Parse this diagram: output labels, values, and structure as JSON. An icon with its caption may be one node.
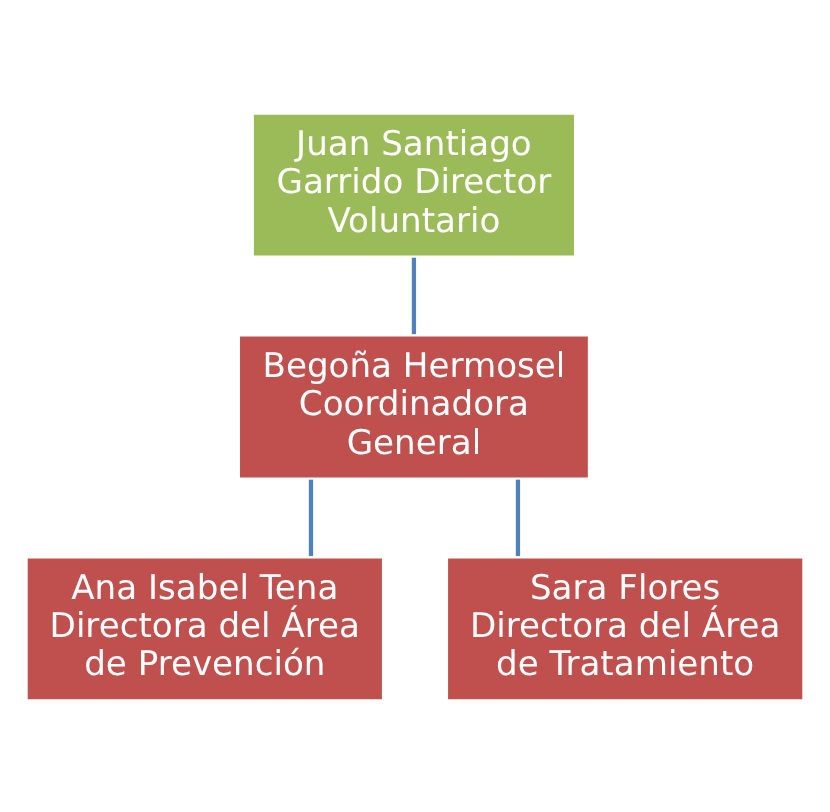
{
  "diagram": {
    "nodes": [
      {
        "text": [
          "Juan Santiago Garrido Director Voluntario"
        ]
      },
      {
        "text": [
          "Begoña Hermosel Coordinadora General"
        ]
      },
      {
        "text": [
          "Ana Isabel Tena",
          "Directora del Área de Prevención"
        ]
      },
      {
        "text": [
          "Sara Flores",
          "Directora del Área de Tratamiento"
        ]
      }
    ],
    "edges": [
      {
        "from": 0,
        "to": 1,
        "arrow": "none"
      },
      {
        "from": 1,
        "to": 2,
        "arrow": "none"
      },
      {
        "from": 1,
        "to": 3,
        "arrow": "none"
      }
    ]
  }
}
